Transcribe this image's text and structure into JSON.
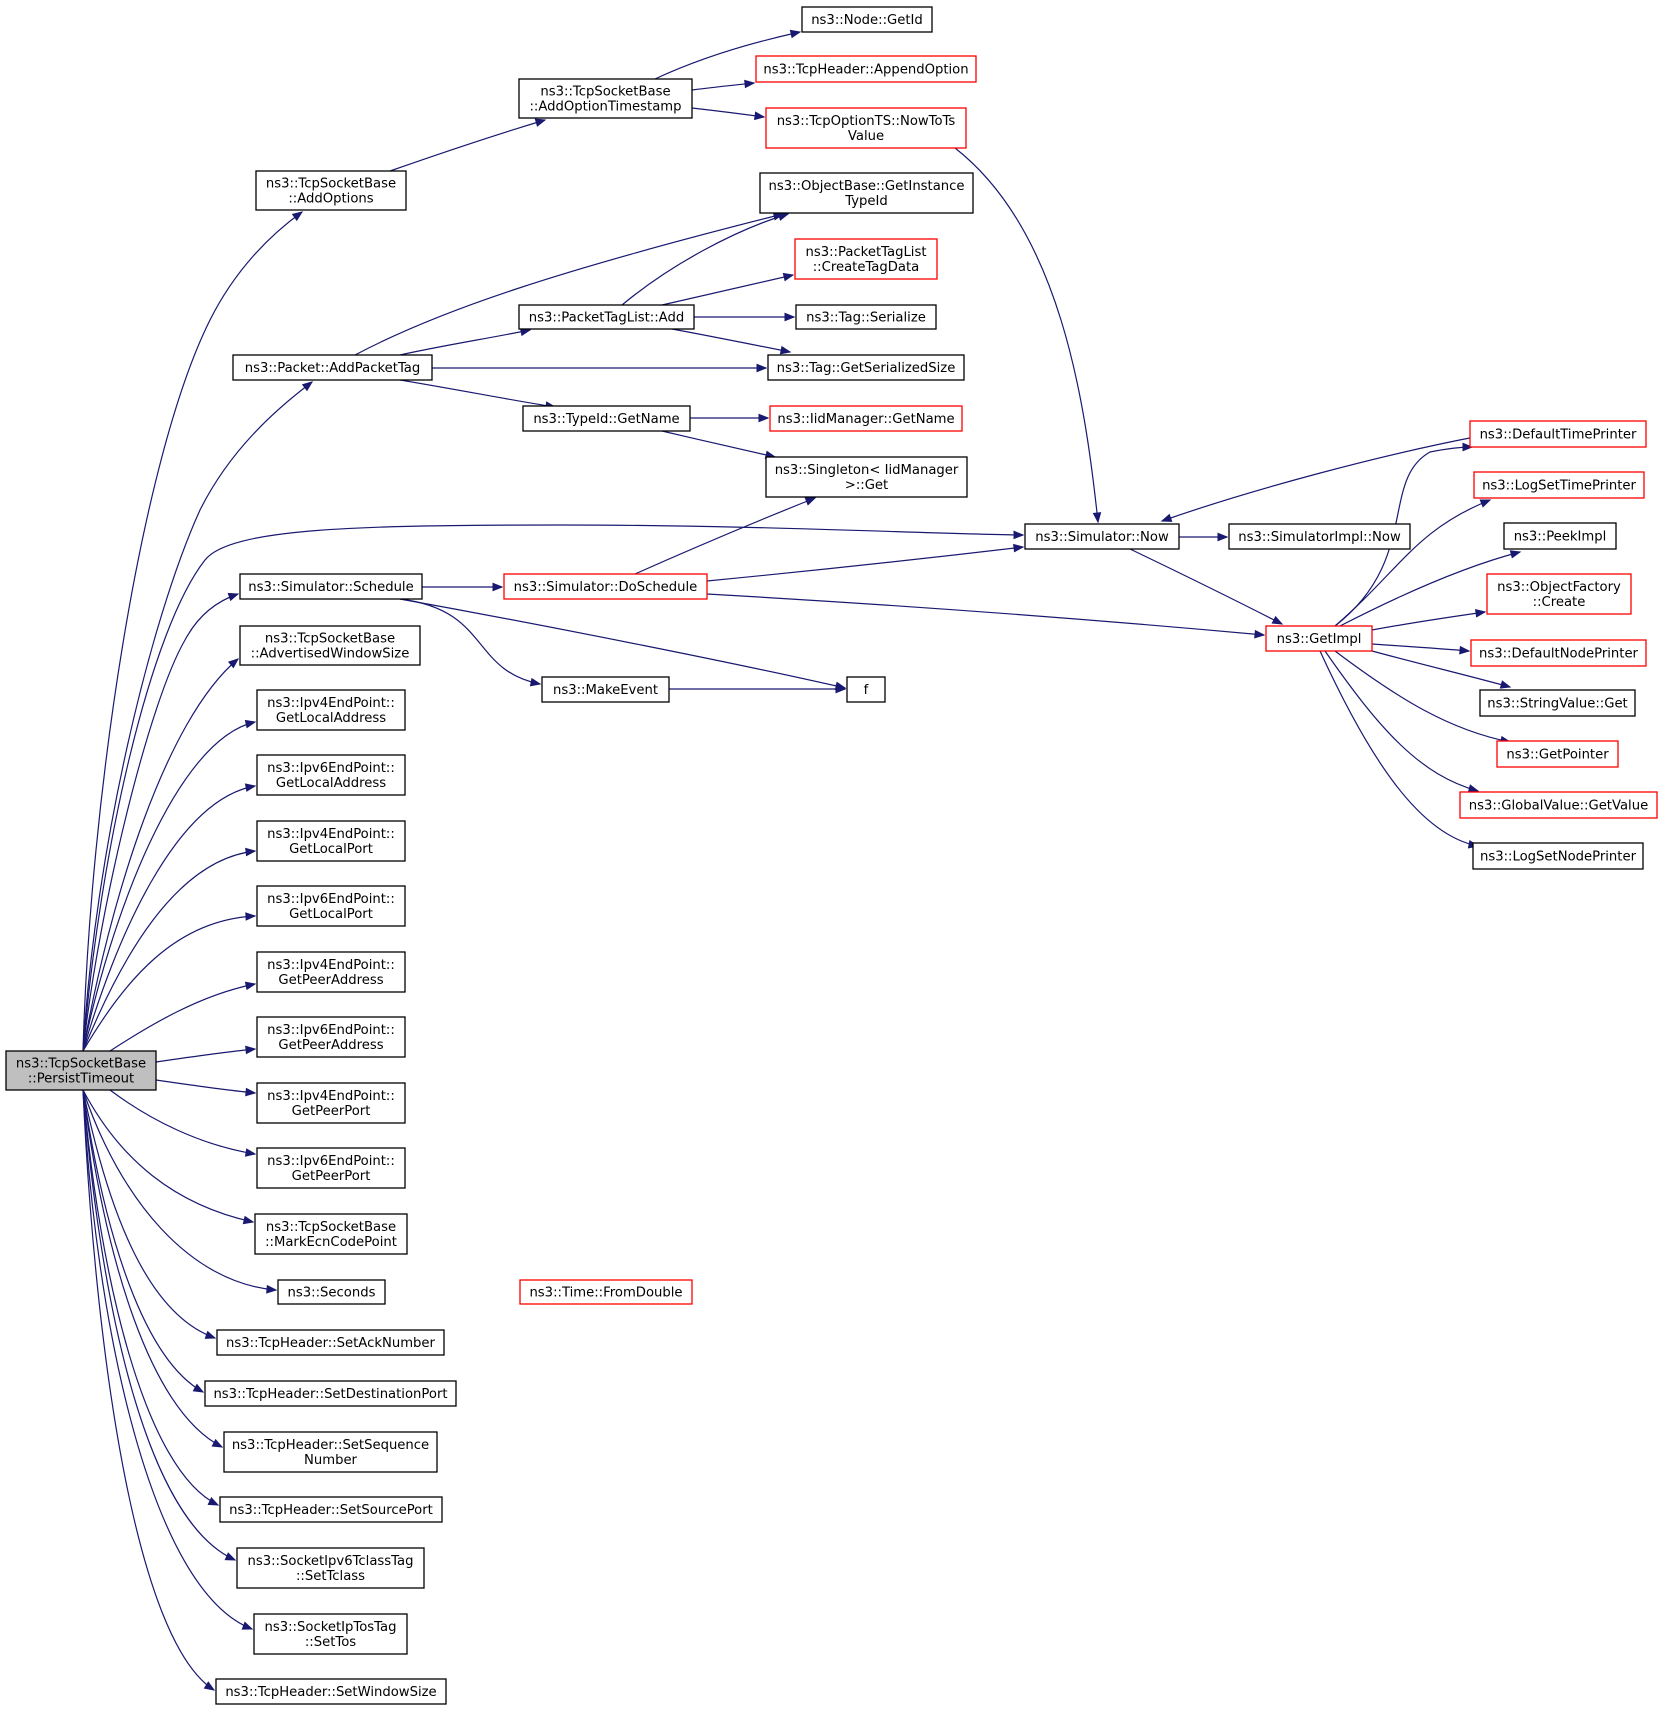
{
  "colors": {
    "edge": "#191970",
    "normal_border": "#000000",
    "truncated_border": "#ff0000",
    "root_fill": "#bfbfbf",
    "node_fill": "#ffffff"
  },
  "nodes": [
    {
      "id": "root",
      "lines": [
        "ns3::TcpSocketBase",
        "::PersistTimeout"
      ],
      "kind": "root"
    },
    {
      "id": "addoptions",
      "lines": [
        "ns3::TcpSocketBase",
        "::AddOptions"
      ],
      "kind": "normal"
    },
    {
      "id": "addoptts",
      "lines": [
        "ns3::TcpSocketBase",
        "::AddOptionTimestamp"
      ],
      "kind": "normal"
    },
    {
      "id": "nodegetid",
      "lines": [
        "ns3::Node::GetId"
      ],
      "kind": "normal"
    },
    {
      "id": "appendopt",
      "lines": [
        "ns3::TcpHeader::AppendOption"
      ],
      "kind": "truncated"
    },
    {
      "id": "nowtots",
      "lines": [
        "ns3::TcpOptionTS::NowToTs",
        "Value"
      ],
      "kind": "truncated"
    },
    {
      "id": "getinsttype",
      "lines": [
        "ns3::ObjectBase::GetInstance",
        "TypeId"
      ],
      "kind": "normal"
    },
    {
      "id": "createtagdata",
      "lines": [
        "ns3::PacketTagList",
        "::CreateTagData"
      ],
      "kind": "truncated"
    },
    {
      "id": "ptladd",
      "lines": [
        "ns3::PacketTagList::Add"
      ],
      "kind": "normal"
    },
    {
      "id": "tagserialize",
      "lines": [
        "ns3::Tag::Serialize"
      ],
      "kind": "normal"
    },
    {
      "id": "addpackettag",
      "lines": [
        "ns3::Packet::AddPacketTag"
      ],
      "kind": "normal"
    },
    {
      "id": "taggetsize",
      "lines": [
        "ns3::Tag::GetSerializedSize"
      ],
      "kind": "normal"
    },
    {
      "id": "typeidgetname",
      "lines": [
        "ns3::TypeId::GetName"
      ],
      "kind": "normal"
    },
    {
      "id": "iidgetname",
      "lines": [
        "ns3::IidManager::GetName"
      ],
      "kind": "truncated"
    },
    {
      "id": "singletonget",
      "lines": [
        "ns3::Singleton< IidManager",
        ">::Get"
      ],
      "kind": "normal"
    },
    {
      "id": "simnow",
      "lines": [
        "ns3::Simulator::Now"
      ],
      "kind": "normal"
    },
    {
      "id": "simimplnow",
      "lines": [
        "ns3::SimulatorImpl::Now"
      ],
      "kind": "normal"
    },
    {
      "id": "simschedule",
      "lines": [
        "ns3::Simulator::Schedule"
      ],
      "kind": "normal"
    },
    {
      "id": "doschedule",
      "lines": [
        "ns3::Simulator::DoSchedule"
      ],
      "kind": "truncated"
    },
    {
      "id": "getimpl",
      "lines": [
        "ns3::GetImpl"
      ],
      "kind": "truncated"
    },
    {
      "id": "advwin",
      "lines": [
        "ns3::TcpSocketBase",
        "::AdvertisedWindowSize"
      ],
      "kind": "normal"
    },
    {
      "id": "makeevent",
      "lines": [
        "ns3::MakeEvent"
      ],
      "kind": "normal"
    },
    {
      "id": "f",
      "lines": [
        "f"
      ],
      "kind": "normal"
    },
    {
      "id": "v4localaddr",
      "lines": [
        "ns3::Ipv4EndPoint::",
        "GetLocalAddress"
      ],
      "kind": "normal"
    },
    {
      "id": "v6localaddr",
      "lines": [
        "ns3::Ipv6EndPoint::",
        "GetLocalAddress"
      ],
      "kind": "normal"
    },
    {
      "id": "v4localport",
      "lines": [
        "ns3::Ipv4EndPoint::",
        "GetLocalPort"
      ],
      "kind": "normal"
    },
    {
      "id": "v6localport",
      "lines": [
        "ns3::Ipv6EndPoint::",
        "GetLocalPort"
      ],
      "kind": "normal"
    },
    {
      "id": "v4peeraddr",
      "lines": [
        "ns3::Ipv4EndPoint::",
        "GetPeerAddress"
      ],
      "kind": "normal"
    },
    {
      "id": "v6peeraddr",
      "lines": [
        "ns3::Ipv6EndPoint::",
        "GetPeerAddress"
      ],
      "kind": "normal"
    },
    {
      "id": "v4peerport",
      "lines": [
        "ns3::Ipv4EndPoint::",
        "GetPeerPort"
      ],
      "kind": "normal"
    },
    {
      "id": "v6peerport",
      "lines": [
        "ns3::Ipv6EndPoint::",
        "GetPeerPort"
      ],
      "kind": "normal"
    },
    {
      "id": "markecn",
      "lines": [
        "ns3::TcpSocketBase",
        "::MarkEcnCodePoint"
      ],
      "kind": "normal"
    },
    {
      "id": "seconds",
      "lines": [
        "ns3::Seconds"
      ],
      "kind": "normal"
    },
    {
      "id": "fromdouble",
      "lines": [
        "ns3::Time::FromDouble"
      ],
      "kind": "truncated"
    },
    {
      "id": "setack",
      "lines": [
        "ns3::TcpHeader::SetAckNumber"
      ],
      "kind": "normal"
    },
    {
      "id": "setdestport",
      "lines": [
        "ns3::TcpHeader::SetDestinationPort"
      ],
      "kind": "normal"
    },
    {
      "id": "setseq",
      "lines": [
        "ns3::TcpHeader::SetSequence",
        "Number"
      ],
      "kind": "normal"
    },
    {
      "id": "setsrcport",
      "lines": [
        "ns3::TcpHeader::SetSourcePort"
      ],
      "kind": "normal"
    },
    {
      "id": "settclass",
      "lines": [
        "ns3::SocketIpv6TclassTag",
        "::SetTclass"
      ],
      "kind": "normal"
    },
    {
      "id": "settos",
      "lines": [
        "ns3::SocketIpTosTag",
        "::SetTos"
      ],
      "kind": "normal"
    },
    {
      "id": "setwin",
      "lines": [
        "ns3::TcpHeader::SetWindowSize"
      ],
      "kind": "normal"
    },
    {
      "id": "deftimeprinter",
      "lines": [
        "ns3::DefaultTimePrinter"
      ],
      "kind": "truncated"
    },
    {
      "id": "logsettimeprinter",
      "lines": [
        "ns3::LogSetTimePrinter"
      ],
      "kind": "truncated"
    },
    {
      "id": "peekimpl",
      "lines": [
        "ns3::PeekImpl"
      ],
      "kind": "normal"
    },
    {
      "id": "objfactcreate",
      "lines": [
        "ns3::ObjectFactory",
        "::Create"
      ],
      "kind": "truncated"
    },
    {
      "id": "defnodeprinter",
      "lines": [
        "ns3::DefaultNodePrinter"
      ],
      "kind": "truncated"
    },
    {
      "id": "stringvalueget",
      "lines": [
        "ns3::StringValue::Get"
      ],
      "kind": "normal"
    },
    {
      "id": "getpointer",
      "lines": [
        "ns3::GetPointer"
      ],
      "kind": "truncated"
    },
    {
      "id": "globalgetvalue",
      "lines": [
        "ns3::GlobalValue::GetValue"
      ],
      "kind": "truncated"
    },
    {
      "id": "logsetnodeprinter",
      "lines": [
        "ns3::LogSetNodePrinter"
      ],
      "kind": "normal"
    }
  ],
  "edges": [
    [
      "root",
      "addoptions"
    ],
    [
      "root",
      "addpackettag"
    ],
    [
      "root",
      "simnow"
    ],
    [
      "root",
      "simschedule"
    ],
    [
      "root",
      "advwin"
    ],
    [
      "root",
      "v4localaddr"
    ],
    [
      "root",
      "v6localaddr"
    ],
    [
      "root",
      "v4localport"
    ],
    [
      "root",
      "v6localport"
    ],
    [
      "root",
      "v4peeraddr"
    ],
    [
      "root",
      "v6peeraddr"
    ],
    [
      "root",
      "v4peerport"
    ],
    [
      "root",
      "v6peerport"
    ],
    [
      "root",
      "markecn"
    ],
    [
      "root",
      "seconds"
    ],
    [
      "root",
      "setack"
    ],
    [
      "root",
      "setdestport"
    ],
    [
      "root",
      "setseq"
    ],
    [
      "root",
      "setsrcport"
    ],
    [
      "root",
      "settclass"
    ],
    [
      "root",
      "settos"
    ],
    [
      "root",
      "setwin"
    ],
    [
      "addoptions",
      "addoptts"
    ],
    [
      "addoptts",
      "nodegetid"
    ],
    [
      "addoptts",
      "appendopt"
    ],
    [
      "addoptts",
      "nowtots"
    ],
    [
      "nowtots",
      "simnow"
    ],
    [
      "addpackettag",
      "getinsttype"
    ],
    [
      "addpackettag",
      "ptladd"
    ],
    [
      "addpackettag",
      "taggetsize"
    ],
    [
      "addpackettag",
      "typeidgetname"
    ],
    [
      "ptladd",
      "getinsttype"
    ],
    [
      "ptladd",
      "createtagdata"
    ],
    [
      "ptladd",
      "tagserialize"
    ],
    [
      "ptladd",
      "taggetsize"
    ],
    [
      "typeidgetname",
      "iidgetname"
    ],
    [
      "typeidgetname",
      "singletonget"
    ],
    [
      "simschedule",
      "doschedule"
    ],
    [
      "simschedule",
      "makeevent"
    ],
    [
      "simschedule",
      "f"
    ],
    [
      "doschedule",
      "singletonget"
    ],
    [
      "doschedule",
      "simnow"
    ],
    [
      "doschedule",
      "getimpl"
    ],
    [
      "makeevent",
      "f"
    ],
    [
      "simnow",
      "simimplnow"
    ],
    [
      "simnow",
      "getimpl"
    ],
    [
      "deftimeprinter",
      "simnow"
    ],
    [
      "getimpl",
      "deftimeprinter"
    ],
    [
      "getimpl",
      "logsettimeprinter"
    ],
    [
      "getimpl",
      "peekimpl"
    ],
    [
      "getimpl",
      "objfactcreate"
    ],
    [
      "getimpl",
      "defnodeprinter"
    ],
    [
      "getimpl",
      "stringvalueget"
    ],
    [
      "getimpl",
      "getpointer"
    ],
    [
      "getimpl",
      "globalgetvalue"
    ],
    [
      "getimpl",
      "logsetnodeprinter"
    ],
    [
      "seconds",
      "fromdouble"
    ]
  ]
}
